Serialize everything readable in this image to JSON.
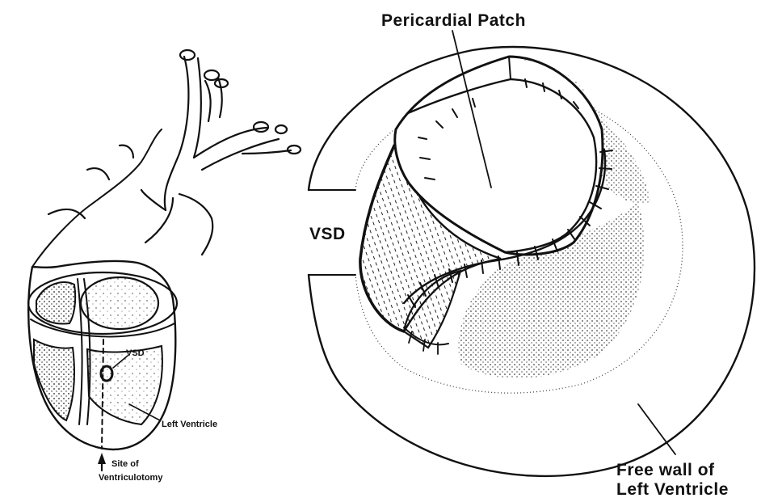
{
  "labels": {
    "pericardial_patch": "Pericardial Patch",
    "vsd_right": "VSD",
    "free_wall_line1": "Free wall of",
    "free_wall_line2": "Left Ventricle",
    "vsd_left": "VSD",
    "left_ventricle": "Left Ventricle",
    "site_line1": "Site of",
    "site_line2": "Ventriculotomy"
  },
  "colors": {
    "ink": "#111111",
    "background": "#ffffff"
  }
}
